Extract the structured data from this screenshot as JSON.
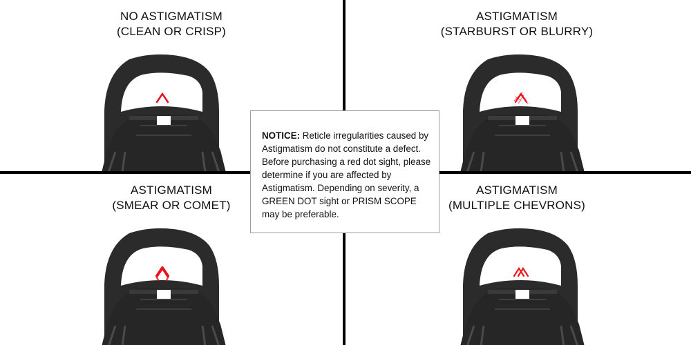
{
  "panels": {
    "top_left": {
      "title": "NO ASTIGMATISM",
      "subtitle": "(CLEAN OR CRISP)"
    },
    "top_right": {
      "title": "ASTIGMATISM",
      "subtitle": "(STARBURST OR BLURRY)"
    },
    "bottom_left": {
      "title": "ASTIGMATISM",
      "subtitle": "(SMEAR OR COMET)"
    },
    "bottom_right": {
      "title": "ASTIGMATISM",
      "subtitle": "(MULTIPLE CHEVRONS)"
    }
  },
  "notice": {
    "label": "NOTICE:",
    "text": " Reticle irregularities caused by Astigmatism do not constitute a defect. Before purchasing a red dot sight, please determine if you are affected by Astigmatism. Depending on severity, a GREEN DOT sight or PRISM SCOPE may be preferable."
  },
  "colors": {
    "reticle": "#e8141b",
    "housing": "#2b2b2b",
    "divider": "#000000"
  }
}
